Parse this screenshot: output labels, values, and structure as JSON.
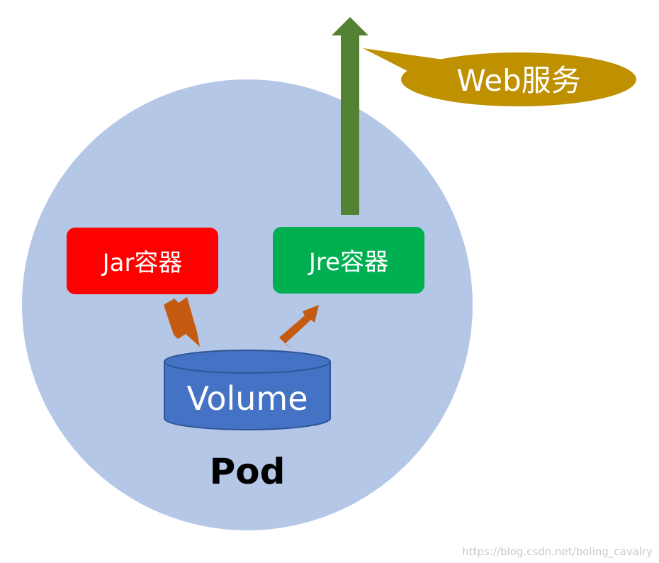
{
  "diagram": {
    "pod_label": "Pod",
    "volume_label": "Volume",
    "jar_container_label": "Jar容器",
    "jre_container_label": "Jre容器",
    "web_service_label": "Web服务",
    "watermark": "https://blog.csdn.net/boling_cavalry"
  },
  "colors": {
    "pod_fill": "#b4c7e7",
    "jar_box": "#ff0000",
    "jre_box": "#00b050",
    "volume_fill": "#4472c4",
    "volume_stroke": "#2f5597",
    "small_arrow": "#c55a11",
    "web_arrow": "#548235",
    "callout": "#bf9000"
  }
}
